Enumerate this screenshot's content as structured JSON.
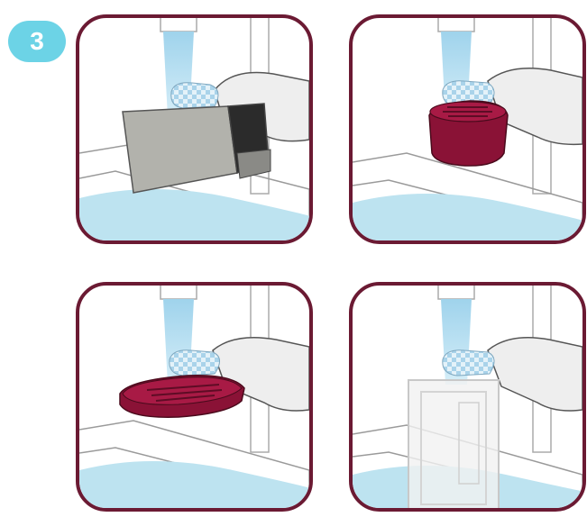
{
  "step": {
    "number": "3",
    "badge_color": "#6cd3e6"
  },
  "colors": {
    "panel_border": "#6b1a33",
    "water": "#bde3f0",
    "part_maroon": "#8a1236",
    "sponge": "#c7e4f2",
    "hand_fill": "#eeeeee"
  },
  "panels": [
    {
      "id": "panel-1",
      "subject": "grey-filter-housing"
    },
    {
      "id": "panel-2",
      "subject": "maroon-round-filter"
    },
    {
      "id": "panel-3",
      "subject": "maroon-flat-tray"
    },
    {
      "id": "panel-4",
      "subject": "clear-container"
    }
  ]
}
